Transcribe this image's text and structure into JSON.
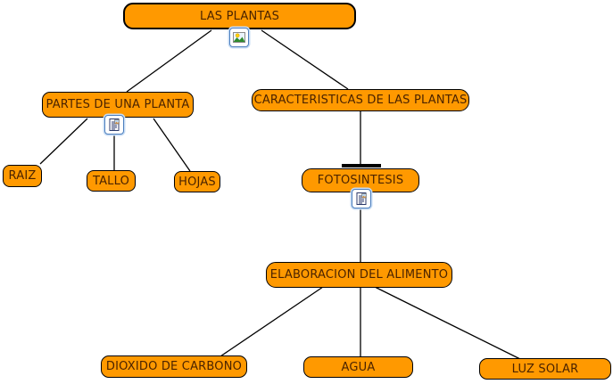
{
  "colors": {
    "background": "#ffffff",
    "node_fill": "#ff9900",
    "node_border": "#000000",
    "node_text": "#4a2300",
    "connector_line": "#000000",
    "icon_button_border": "#4d7fbe",
    "icon_button_halo": "#c7dcf4"
  },
  "nodes": {
    "las_plantas": {
      "label": "LAS PLANTAS"
    },
    "partes": {
      "label": "PARTES DE UNA PLANTA"
    },
    "caracteristicas": {
      "label": "CARACTERISTICAS DE LAS PLANTAS"
    },
    "raiz": {
      "label": "RAIZ"
    },
    "tallo": {
      "label": "TALLO"
    },
    "hojas": {
      "label": "HOJAS"
    },
    "fotosintesis": {
      "label": "FOTOSINTESIS"
    },
    "elaboracion": {
      "label": "ELABORACION DEL ALIMENTO"
    },
    "dioxido": {
      "label": "DIOXIDO DE CARBONO"
    },
    "agua": {
      "label": "AGUA"
    },
    "luz_solar": {
      "label": "LUZ SOLAR"
    }
  },
  "icons": {
    "las_plantas_resource": "image-resource-icon",
    "partes_resource": "text-document-resource-icon",
    "fotosintesis_resource": "text-document-resource-icon"
  },
  "links": [
    {
      "from": "las_plantas",
      "to": "partes"
    },
    {
      "from": "las_plantas",
      "to": "caracteristicas"
    },
    {
      "from": "partes",
      "to": "raiz"
    },
    {
      "from": "partes",
      "to": "tallo"
    },
    {
      "from": "partes",
      "to": "hojas"
    },
    {
      "from": "caracteristicas",
      "to": "fotosintesis"
    },
    {
      "from": "fotosintesis",
      "to": "elaboracion"
    },
    {
      "from": "elaboracion",
      "to": "dioxido"
    },
    {
      "from": "elaboracion",
      "to": "agua"
    },
    {
      "from": "elaboracion",
      "to": "luz_solar"
    }
  ]
}
